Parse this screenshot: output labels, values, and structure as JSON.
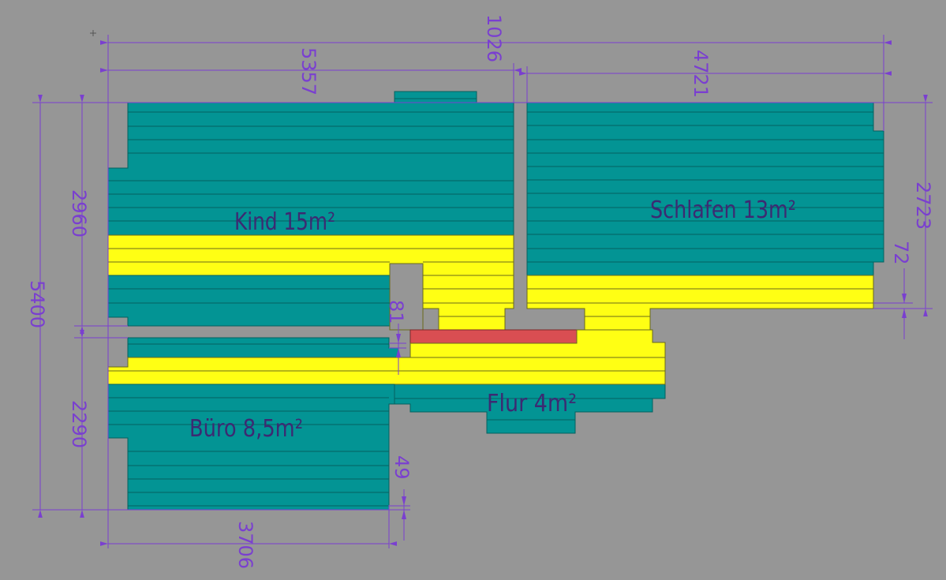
{
  "colors": {
    "background": "#969696",
    "teal": "#039494",
    "teal_line": "#04615f",
    "yellow": "#ffff14",
    "yellow_line": "#6b6b1a",
    "red": "#d94e52",
    "dimension": "#7a3fd0",
    "label": "#3c2a72"
  },
  "rooms": [
    {
      "name": "Kind",
      "label": "Kind 15m²"
    },
    {
      "name": "Schlafen",
      "label": "Schlafen 13m²"
    },
    {
      "name": "Flur",
      "label": "Flur 4m²"
    },
    {
      "name": "Buero",
      "label": "Büro 8,5m²"
    }
  ],
  "dimensions": {
    "total_width_top": "1026",
    "kind_width": "5357",
    "schlafen_width": "4721",
    "total_height_left": "5400",
    "kind_height": "2960",
    "buero_height": "2290",
    "schlafen_height": "2723",
    "schlafen_offset": "72",
    "gap_kind_flur": "81",
    "buero_offset": "49",
    "buero_width": "3706"
  }
}
